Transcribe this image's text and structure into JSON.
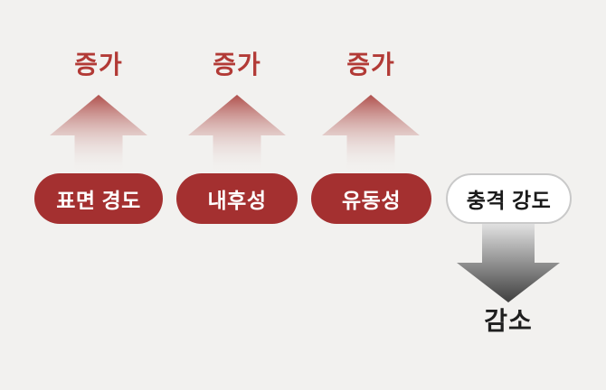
{
  "diagram": {
    "title": "resin-property-change-diagram",
    "items": [
      {
        "id": "surface-hardness",
        "label": "표면 경도",
        "direction": "up",
        "direction_label": "증가"
      },
      {
        "id": "weather-resistance",
        "label": "내후성",
        "direction": "up",
        "direction_label": "증가"
      },
      {
        "id": "fluidity",
        "label": "유동성",
        "direction": "up",
        "direction_label": "증가"
      },
      {
        "id": "impact-strength",
        "label": "충격 강도",
        "direction": "down",
        "direction_label": "감소"
      }
    ]
  },
  "colors": {
    "background": "#f2f1ef",
    "pill_red": "#a43030",
    "pill_white": "#ffffff",
    "pill_white_border": "#c9c9c9",
    "increase_text": "#b23a36",
    "decrease_text": "#1f1f1f",
    "up_arrow_top": "#b0504c",
    "up_arrow_bottom_fade": "rgba(242,241,239,0)",
    "down_arrow_top": "#e3e3e3",
    "down_arrow_bottom": "#3f3f3f"
  }
}
